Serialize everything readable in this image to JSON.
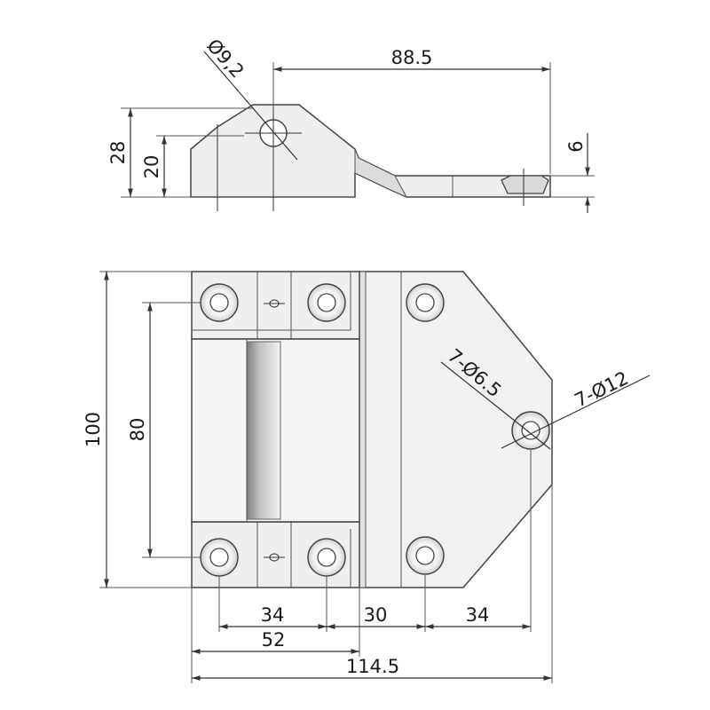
{
  "colors": {
    "line": "#444444",
    "text": "#1a1a1a",
    "plate_fill": "#eeeeee",
    "plate_light": "#f6f6f6",
    "hole_ring": "#d9d9d9",
    "channel_dark": "#8a8a8a"
  },
  "side_view": {
    "dims": {
      "hole_dia": "Ø9,2",
      "length_88_5": "88.5",
      "height_28": "28",
      "height_20": "20",
      "thickness_6": "6"
    }
  },
  "front_view": {
    "dims": {
      "height_100": "100",
      "height_80": "80",
      "width_34_left": "34",
      "width_30": "30",
      "width_34_right": "34",
      "width_52": "52",
      "width_114_5": "114.5",
      "hole_inner": "7-Ø6.5",
      "hole_outer": "7-Ø12"
    }
  }
}
